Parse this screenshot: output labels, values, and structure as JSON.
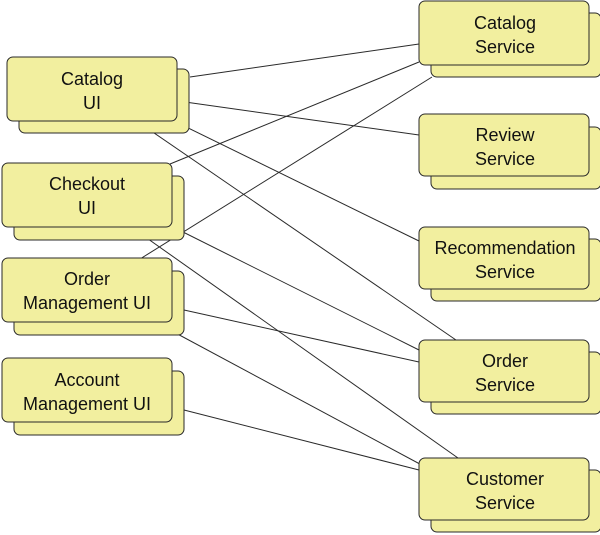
{
  "colors": {
    "box_fill": "#f2ef9f",
    "box_stroke": "#2a2a2a",
    "connector": "#2a2a2a",
    "background": "#ffffff"
  },
  "ui_components": [
    {
      "id": "catalog-ui",
      "lines": [
        "Catalog",
        "UI"
      ]
    },
    {
      "id": "checkout-ui",
      "lines": [
        "Checkout",
        "UI"
      ]
    },
    {
      "id": "order-management-ui",
      "lines": [
        "Order",
        "Management UI"
      ]
    },
    {
      "id": "account-management-ui",
      "lines": [
        "Account",
        "Management UI"
      ]
    }
  ],
  "services": [
    {
      "id": "catalog-service",
      "lines": [
        "Catalog",
        "Service"
      ]
    },
    {
      "id": "review-service",
      "lines": [
        "Review",
        "Service"
      ]
    },
    {
      "id": "recommendation-service",
      "lines": [
        "Recommendation",
        "Service"
      ]
    },
    {
      "id": "order-service",
      "lines": [
        "Order",
        "Service"
      ]
    },
    {
      "id": "customer-service",
      "lines": [
        "Customer",
        "Service"
      ]
    }
  ],
  "connections": [
    {
      "from": "catalog-ui",
      "to": "catalog-service"
    },
    {
      "from": "catalog-ui",
      "to": "review-service"
    },
    {
      "from": "catalog-ui",
      "to": "recommendation-service"
    },
    {
      "from": "catalog-ui",
      "to": "order-service"
    },
    {
      "from": "checkout-ui",
      "to": "catalog-service"
    },
    {
      "from": "checkout-ui",
      "to": "order-service"
    },
    {
      "from": "checkout-ui",
      "to": "customer-service"
    },
    {
      "from": "order-management-ui",
      "to": "catalog-service"
    },
    {
      "from": "order-management-ui",
      "to": "order-service"
    },
    {
      "from": "order-management-ui",
      "to": "customer-service"
    },
    {
      "from": "account-management-ui",
      "to": "customer-service"
    }
  ]
}
